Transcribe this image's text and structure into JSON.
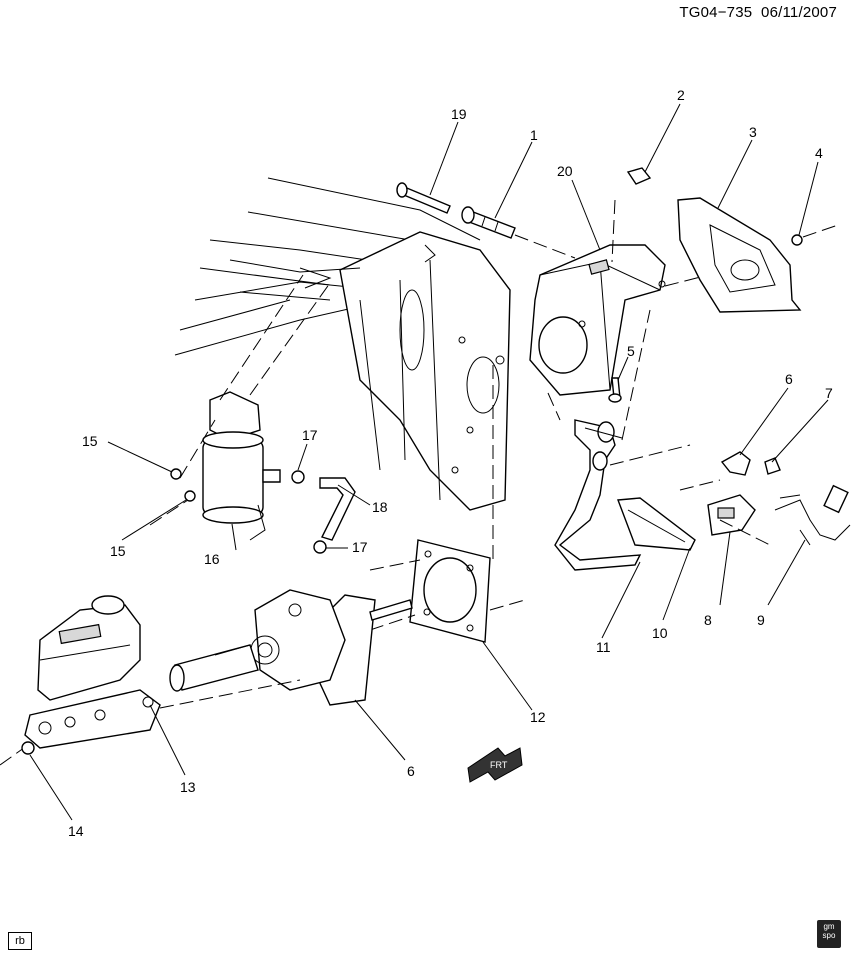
{
  "header": {
    "diagram_id": "TG04−735",
    "date": "06/11/2007"
  },
  "callouts": [
    "1",
    "2",
    "3",
    "4",
    "5",
    "6",
    "7",
    "8",
    "9",
    "10",
    "11",
    "12",
    "13",
    "14",
    "15",
    "16",
    "17",
    "18",
    "19",
    "20"
  ],
  "labels": {
    "c1": "1",
    "c2": "2",
    "c3": "3",
    "c4": "4",
    "c5": "5",
    "c6a": "6",
    "c6b": "6",
    "c7": "7",
    "c8": "8",
    "c9": "9",
    "c10": "10",
    "c11": "11",
    "c12": "12",
    "c13": "13",
    "c14": "14",
    "c15a": "15",
    "c15b": "15",
    "c16": "16",
    "c17a": "17",
    "c17b": "17",
    "c18": "18",
    "c19": "19",
    "c20": "20"
  },
  "footer": {
    "left_tag": "rb",
    "logo": "gm spo"
  },
  "icons": {
    "front_arrow": "front-direction-arrow-icon",
    "logo": "gm-spo-logo-icon"
  },
  "colors": {
    "line": "#000000",
    "background": "#ffffff",
    "shade": "#d8d8d8"
  }
}
